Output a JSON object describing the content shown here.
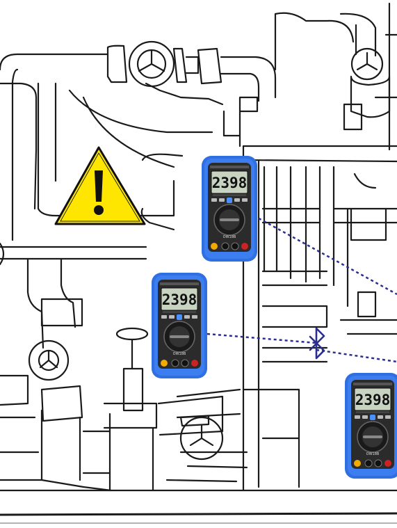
{
  "scene": {
    "background": "#ffffff",
    "line_color": "#1a1a1a",
    "warning_color": "#ffe600",
    "meter_body_color": "#2f6fe0",
    "meter_face_color": "#2b2b2b",
    "lcd_color": "#c9d3c2",
    "link_color": "#2a2f8f",
    "icons": [
      "warning-icon",
      "bluetooth-icon",
      "multimeter"
    ]
  },
  "meters": [
    {
      "reading": "2398",
      "label": "OW18B"
    },
    {
      "reading": "2398",
      "label": "OW18B"
    },
    {
      "reading": "2398",
      "label": "OW18B"
    }
  ]
}
